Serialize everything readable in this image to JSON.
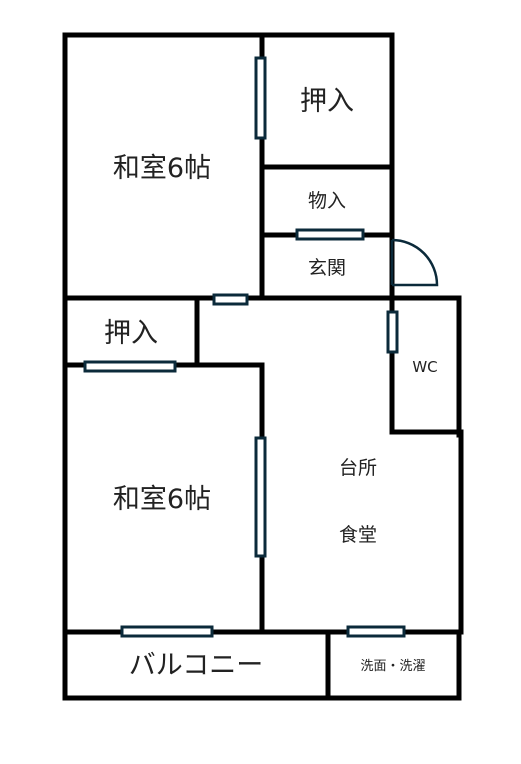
{
  "rooms": {
    "washitsu_top": "和室6帖",
    "oshiire_top": "押入",
    "monoire": "物入",
    "genkan": "玄関",
    "oshiire_mid": "押入",
    "wc": "WC",
    "washitsu_bottom": "和室6帖",
    "kitchen_line1": "台所",
    "kitchen_line2": "食堂",
    "balcony": "バルコニー",
    "laundry": "洗面・洗濯"
  },
  "colors": {
    "wall": "#000000",
    "fixture": "#0b2a3a",
    "label": "#222222"
  }
}
